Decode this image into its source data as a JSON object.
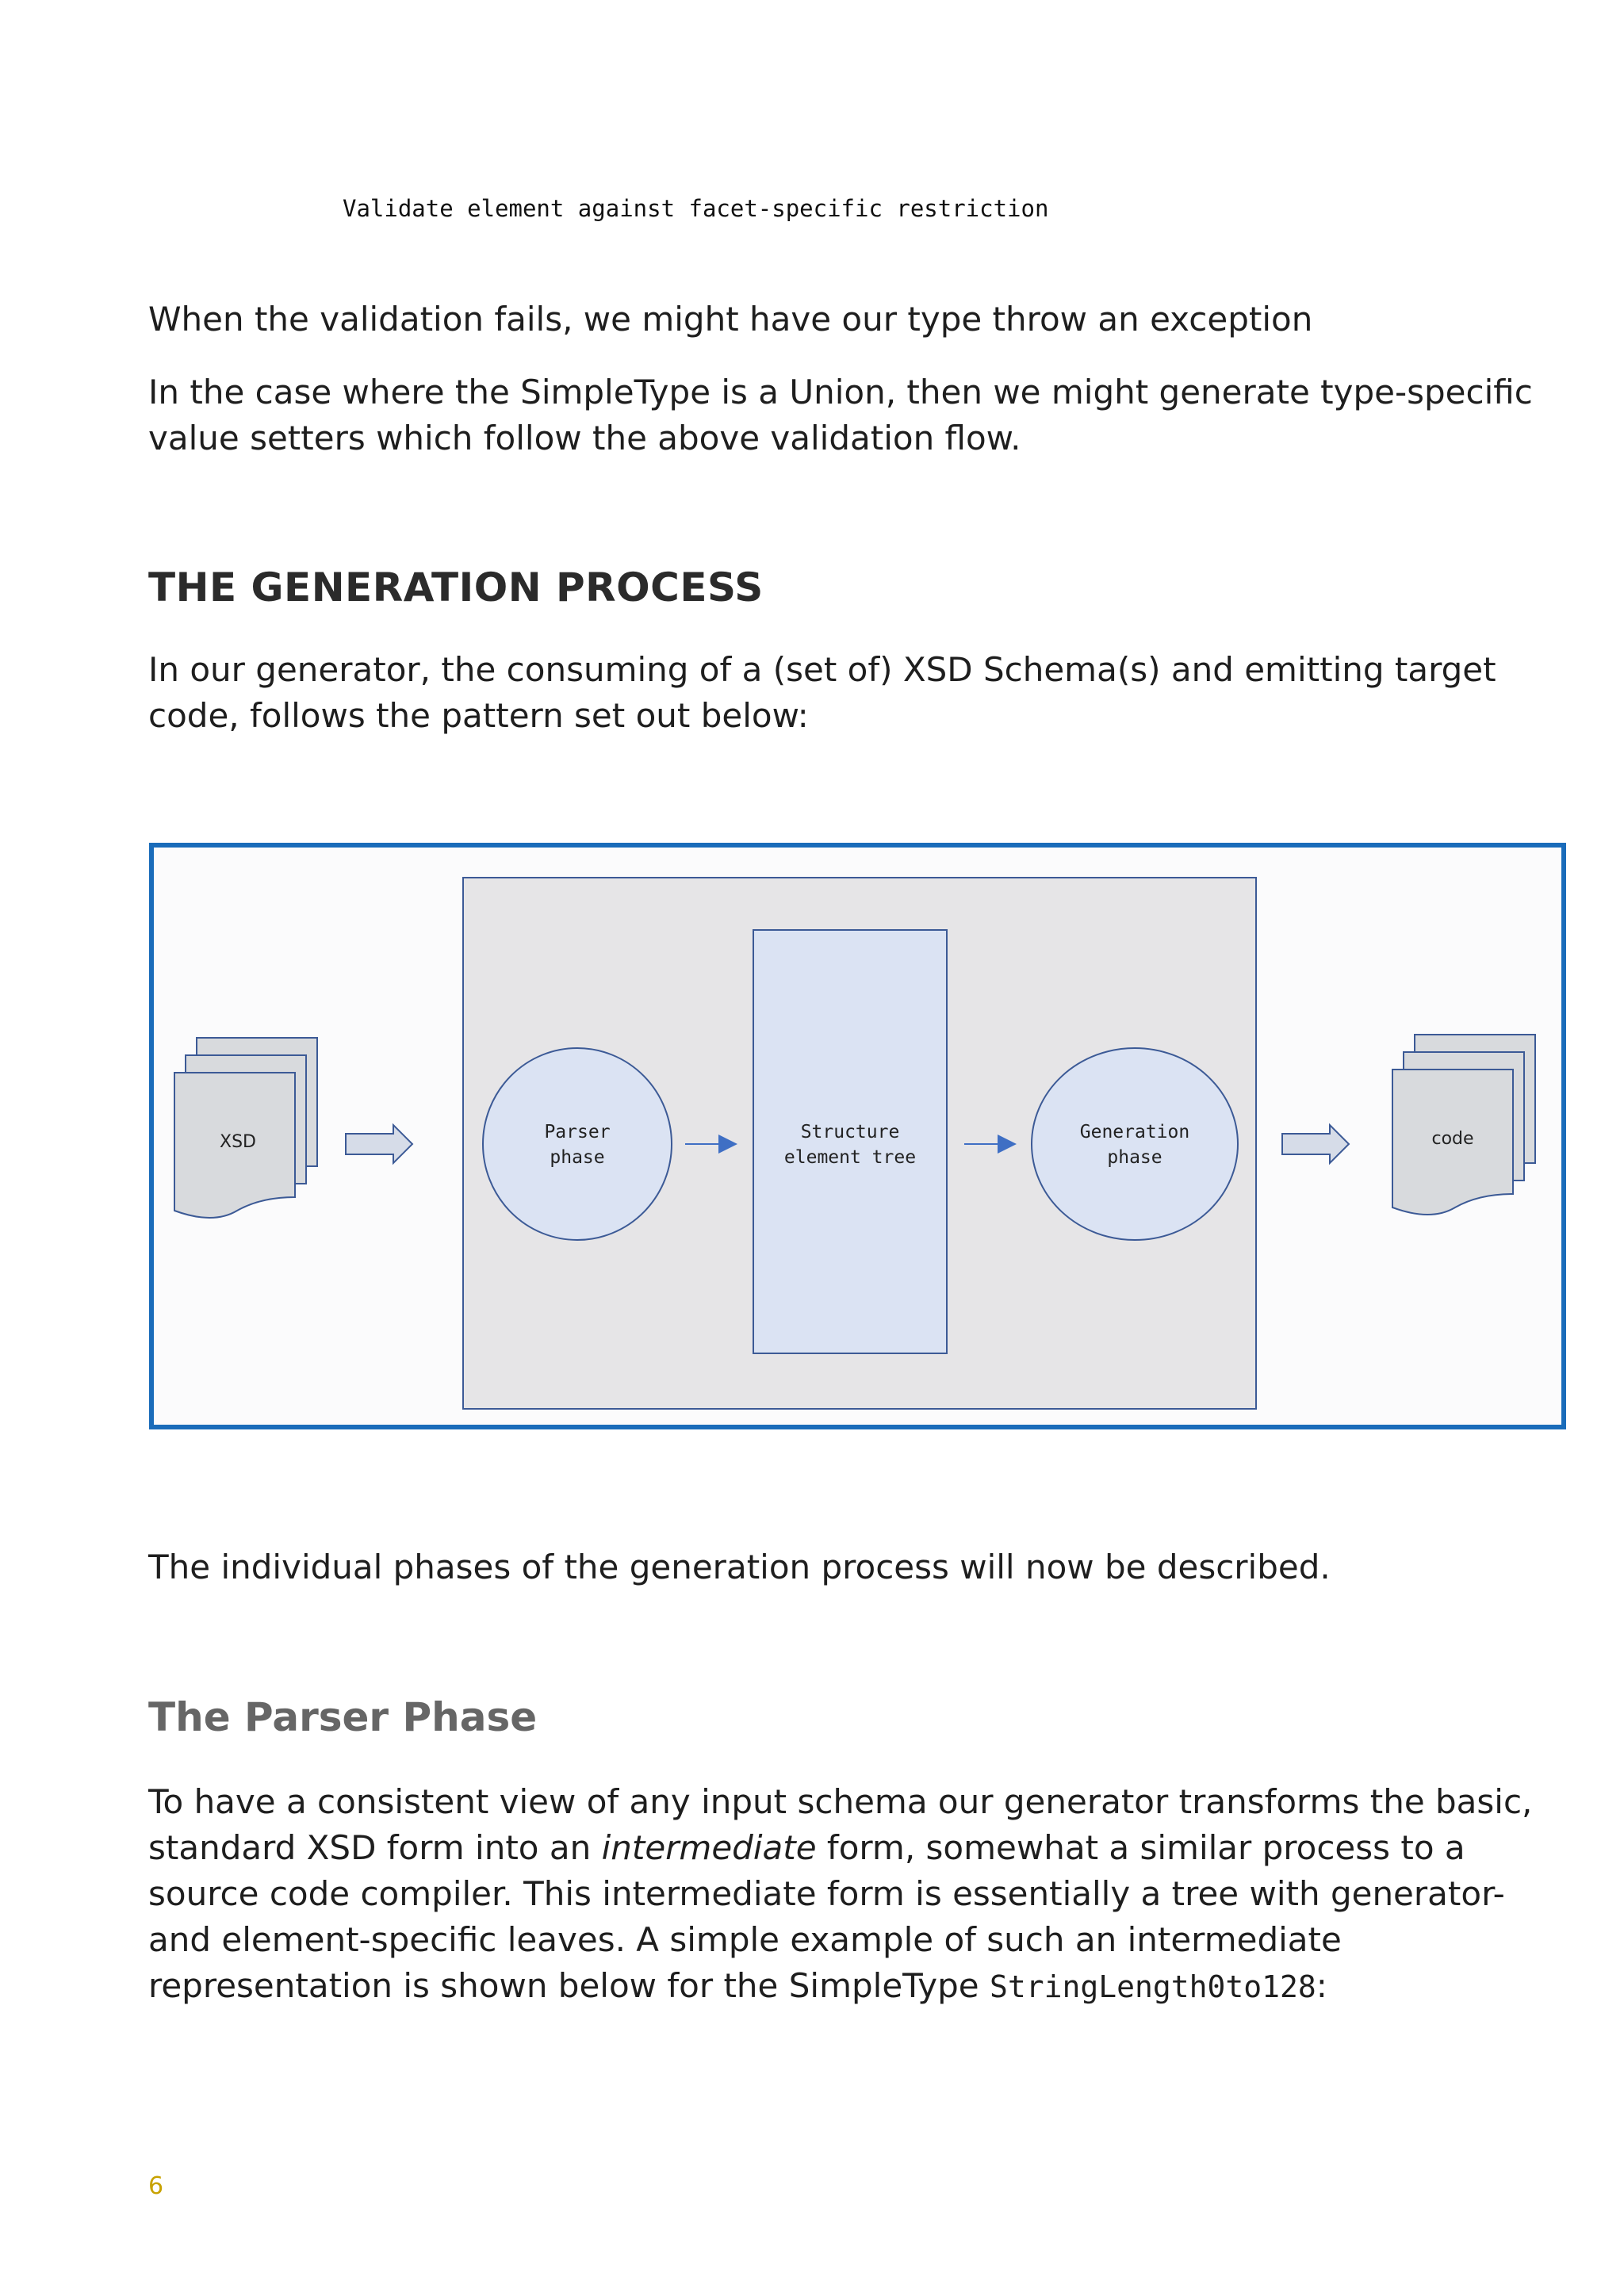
{
  "code_line": "Validate element against facet-specific restriction",
  "para1": "When the validation fails, we might have our type throw an exception",
  "para2": "In the case where the SimpleType is a Union, then we might generate type-specific value setters which follow the above validation flow.",
  "heading_generation": "THE GENERATION PROCESS",
  "para3": "In our generator, the consuming of a (set of) XSD Schema(s) and emitting target code, follows the pattern set out below:",
  "diagram": {
    "input_doc": "XSD",
    "parser_line1": "Parser",
    "parser_line2": "phase",
    "structure_line1": "Structure",
    "structure_line2": "element tree",
    "generation_line1": "Generation",
    "generation_line2": "phase",
    "output_doc": "code",
    "colors": {
      "frame": "#1a6cba",
      "node_fill": "#dbe3f3",
      "node_stroke": "#3c5a96",
      "container_fill": "#e6e5e7",
      "doc_fill": "#d8dadd"
    }
  },
  "para4": "The individual phases of the generation process will now be described.",
  "heading_parser": "The Parser Phase",
  "para5": {
    "part1": "To have a consistent view of any input schema our generator transforms the basic, standard XSD form into an ",
    "italic": "intermediate",
    "part2": " form, somewhat a similar process to a source code compiler. This intermediate form is essentially a tree with generator- and element-specific leaves. A simple example of such an intermediate representation is shown below for the SimpleType ",
    "code": "StringLength0to128",
    "part3": ":"
  },
  "page_number": "6"
}
